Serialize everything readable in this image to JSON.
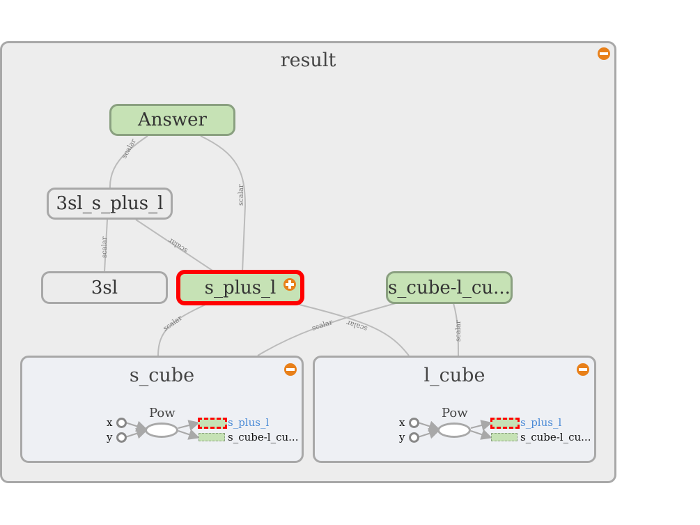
{
  "graph": {
    "title": "result",
    "nodes": {
      "answer": "Answer",
      "three_sl_s_plus_l": "3sl_s_plus_l",
      "three_sl": "3sl",
      "s_plus_l": "s_plus_l",
      "s_cube_l_cube": "s_cube-l_cu..."
    },
    "edge_label": "scalar",
    "groups": [
      {
        "title": "s_cube",
        "op": "Pow",
        "inputs": [
          "x",
          "y"
        ],
        "outputs": [
          "s_plus_l",
          "s_cube-l_cu..."
        ]
      },
      {
        "title": "l_cube",
        "op": "Pow",
        "inputs": [
          "x",
          "y"
        ],
        "outputs": [
          "s_plus_l",
          "s_cube-l_cu..."
        ]
      }
    ],
    "colors": {
      "op_node": "#c6e2b5",
      "selected_border": "#ff0000",
      "toggle": "#e8801a",
      "edge": "#bbbbbb",
      "link_text": "#4a8ad6"
    }
  }
}
